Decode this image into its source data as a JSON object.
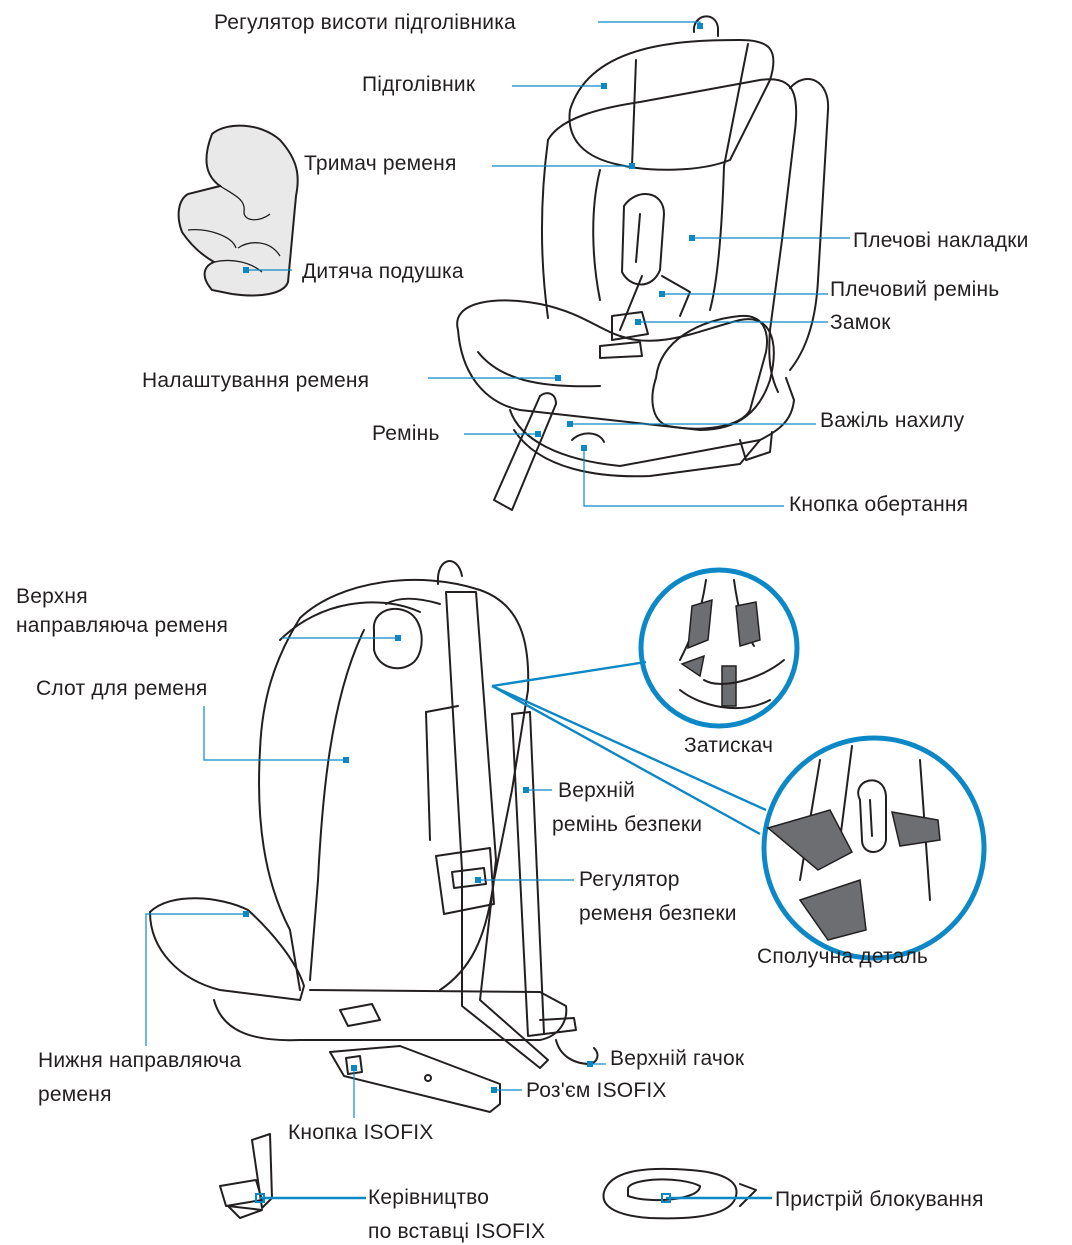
{
  "colors": {
    "accent": "#0c88c7",
    "line": "#231f20",
    "cushion_fill": "#e9e9ea"
  },
  "labels": {
    "headrest_height_adjuster": "Регулятор висоти підголівника",
    "headrest": "Підголівник",
    "belt_holder": "Тримач ременя",
    "infant_cushion": "Дитяча подушка",
    "shoulder_pads": "Плечові накладки",
    "shoulder_belt": "Плечовий ремінь",
    "buckle": "Замок",
    "belt_adjustment": "Налаштування ременя",
    "recline_lever": "Важіль нахилу",
    "belt": "Ремінь",
    "rotation_button": "Кнопка обертання",
    "upper_belt_guide_1": "Верхня",
    "upper_belt_guide_2": "направляюча ременя",
    "belt_slot": "Слот для ременя",
    "clip": "Затискач",
    "top_tether_1": "Верхній",
    "top_tether_2": "ремінь безпеки",
    "tether_adjuster_1": "Регулятор",
    "tether_adjuster_2": "ременя безпеки",
    "connector": "Сполучна деталь",
    "lower_belt_guide_1": "Нижня направляюча",
    "lower_belt_guide_2": "ременя",
    "top_hook": "Верхній гачок",
    "isofix_connector": "Роз'єм ISOFIX",
    "isofix_button": "Кнопка ISOFIX",
    "isofix_guide_1": "Керівництво",
    "isofix_guide_2": "по вставці ISOFIX",
    "locking_device": "Пристрій блокування"
  }
}
